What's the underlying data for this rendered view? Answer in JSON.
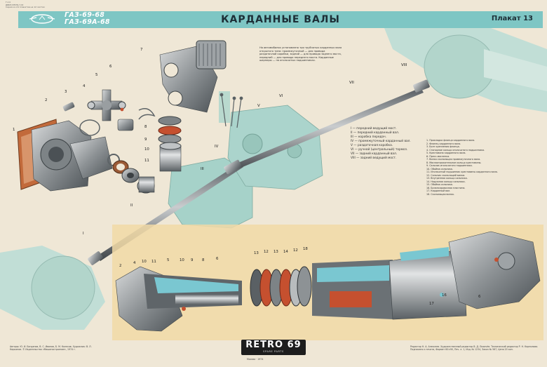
{
  "header": {
    "models": [
      "ГАЗ-69-68",
      "ГАЗ-69А-68"
    ],
    "title": "КАРДАННЫЕ ВАЛЫ",
    "plakat": "Плакат 13"
  },
  "top_small_text": "Г-14\nДВИГАТЕЛЬ ГАЗ\nСерия из 24 плакатов на 12 листах",
  "description": "На автомобилях установлено три трубчатых карданных вала открытого типа: промежуточный — для привода раздаточной коробки, задний — для привода заднего моста, передний — для привода переднего моста. Карданные шарниры — на игольчатых подшипниках.",
  "legend": [
    "I — передний ведущий мост.",
    "II — передний карданный вал.",
    "III — коробка передач.",
    "IV — промежуточный карданный вал.",
    "V — раздаточная коробка.",
    "VI — ручной (центральный) тормоз.",
    "VII — задний карданный вал.",
    "VIII — задний ведущий мост."
  ],
  "part_list": [
    "1. Прокладка фланца карданного вала.",
    "2. Фланец карданного вала.",
    "3. Болт крепления фланца.",
    "4. Стопорное кольцо игольчатого подшипника.",
    "5. Крестовина карданного вала.",
    "6. Пресс-масленка.",
    "7. Вилка скользящая промежуточного вала.",
    "8. Маслоотражательное кольцо крестовины.",
    "9. Сальник игольчатого подшипника.",
    "10. Обойма сальника.",
    "11. Игольчатый подшипник крестовины карданного вала.",
    "12. Сальник скользящей вилки.",
    "13. Внутренняя кольцо сальника.",
    "14. Наружная кольцо сальника.",
    "15. Обойма сальника.",
    "16. Балансировочная пластина.",
    "17. Карданный вал.",
    "18. Скользящая вилка."
  ],
  "callouts": {
    "numbers": [
      "1",
      "2",
      "3",
      "4",
      "5",
      "6",
      "7",
      "8",
      "9",
      "10",
      "11",
      "2",
      "4",
      "10",
      "11",
      "5",
      "10",
      "9",
      "8",
      "6",
      "13",
      "12",
      "13",
      "14",
      "12",
      "18",
      "17",
      "16",
      "6"
    ],
    "romans": [
      "I",
      "II",
      "III",
      "IV",
      "V",
      "VI",
      "VII",
      "VIII"
    ]
  },
  "footer": {
    "left": "Авторы: Ю. И. Богданов, В. С. Иванов, Б. М. Колесов. Художник: В. Л. Кирьянов. © Издательство «Машиностроение», 1974 г.",
    "right": "Редактор Н. А. Алексеев. Художественный редактор В. Д. Лихачёв. Технический редактор Р. Н. Корнилова. Подписано к печати, Формат 60×90, Печ. л. 1, Изд. № 1234, Заказ № 567, Цена 20 коп.",
    "mid": "Москва · 1974",
    "stamp_brand": "RETRO 69",
    "stamp_sub": "SPARE PARTS"
  },
  "colors": {
    "header_band": "#7ec6c4",
    "paper": "#efe7d6",
    "section_panel": "#f1d9a6",
    "ghost_teal": "#a8d7d1",
    "metal": "#8b8f92",
    "cutaway_red": "#c5502f",
    "cutaway_blue": "#7ac7d1"
  }
}
